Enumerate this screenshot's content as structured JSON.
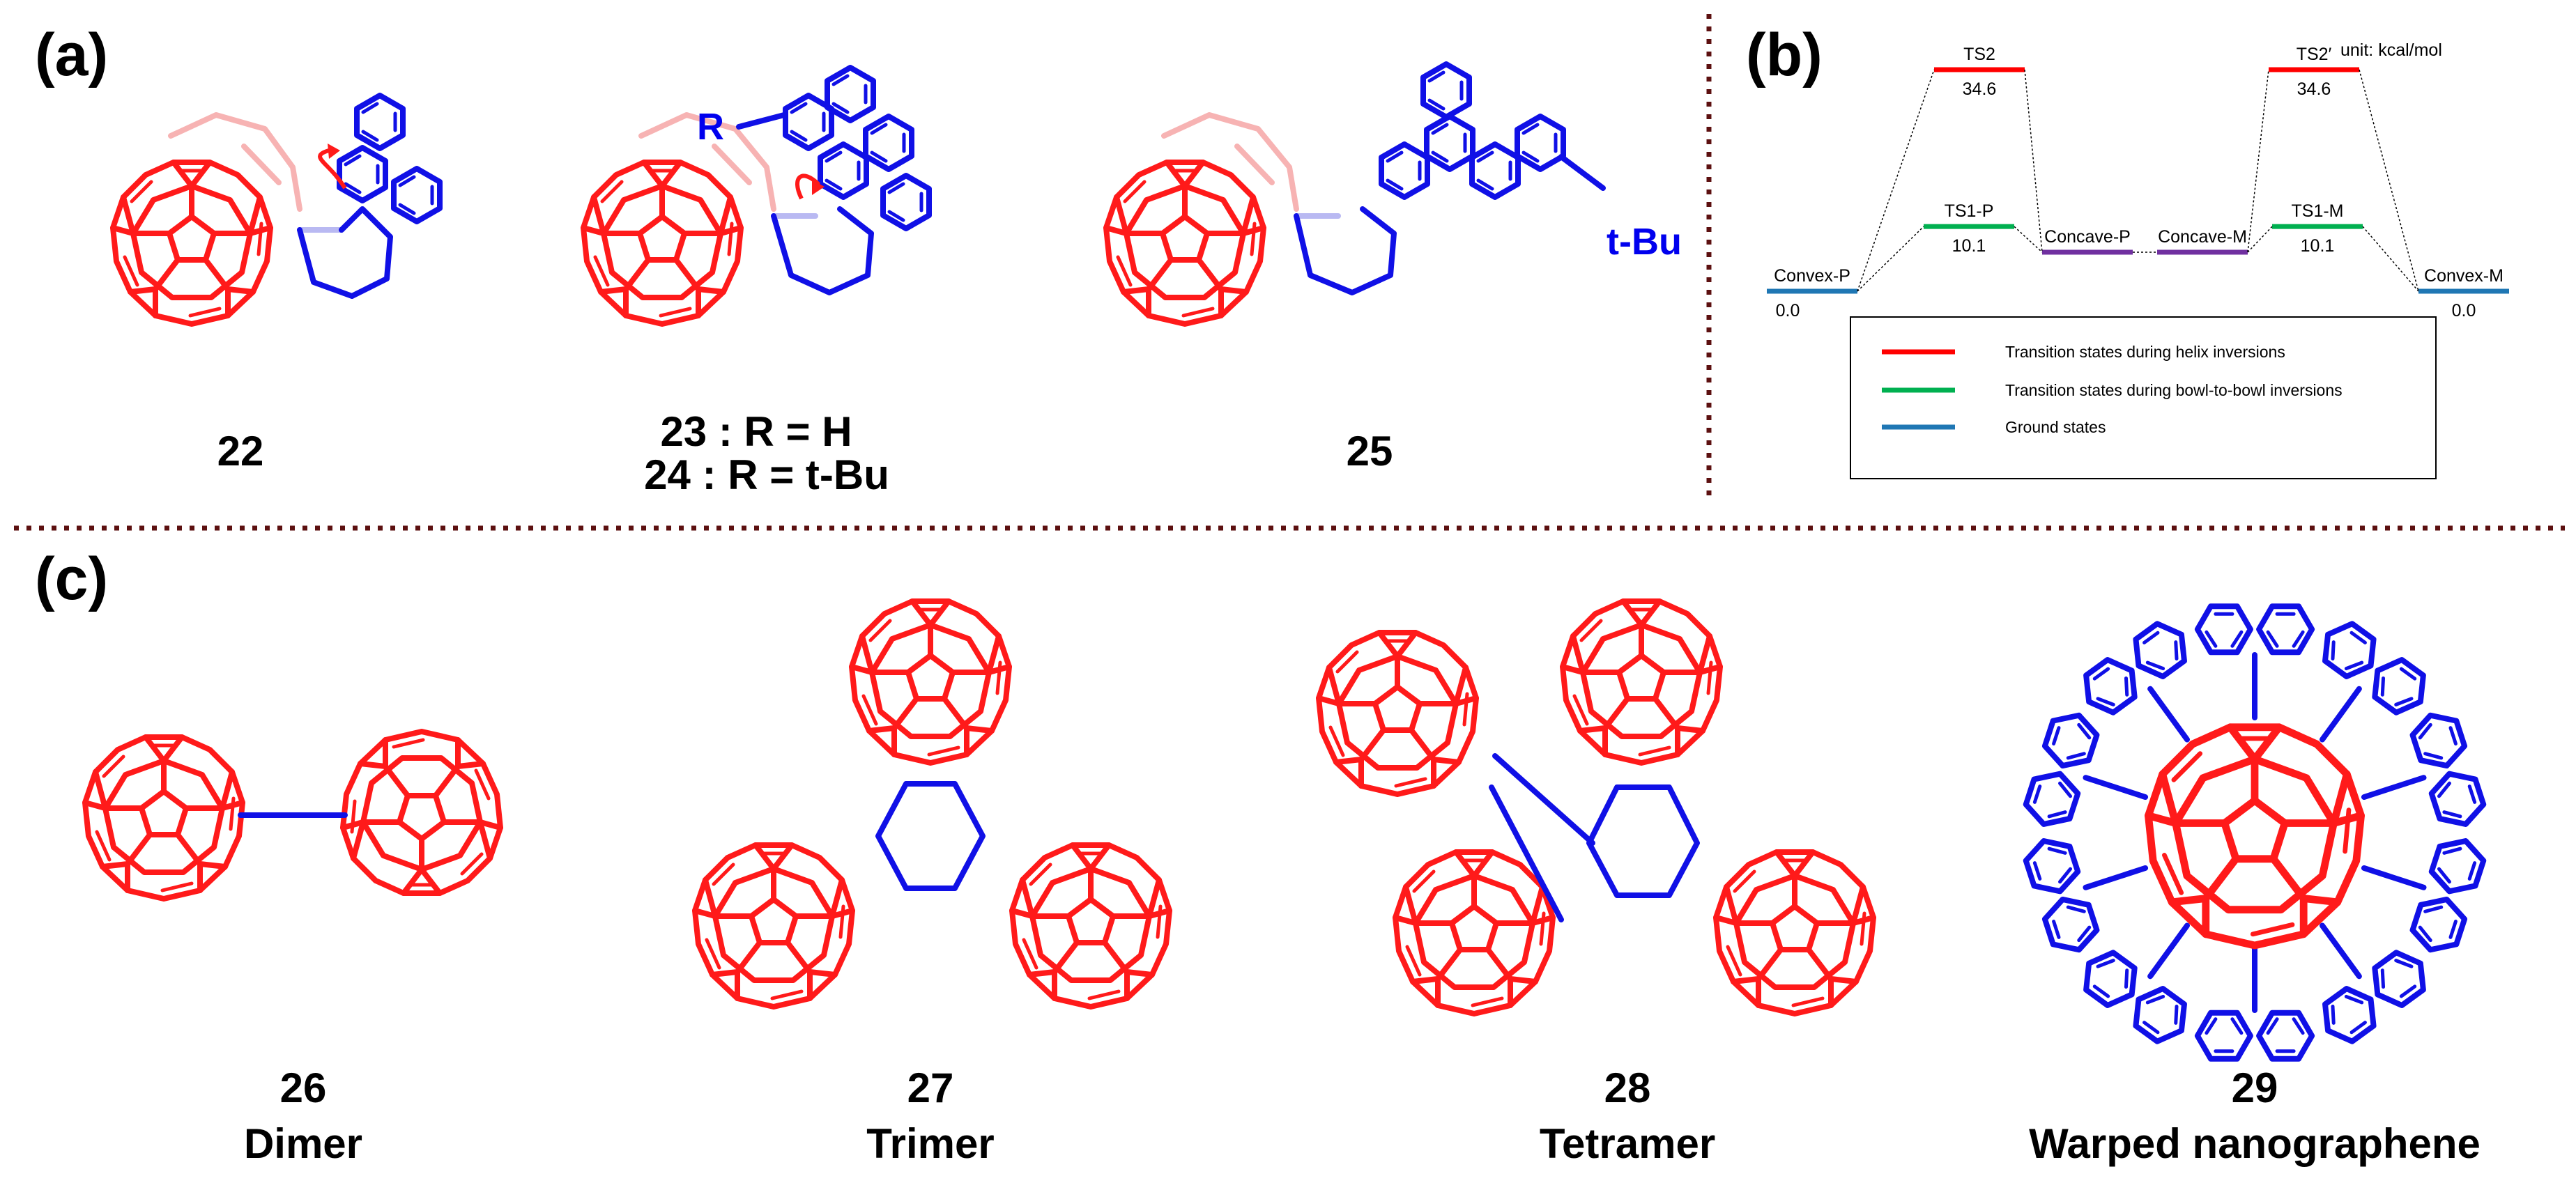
{
  "panels": {
    "a": "(a)",
    "b": "(b)",
    "c": "(c)"
  },
  "panel_a": {
    "compound_22": "22",
    "compound_23_line": "23 : R = H",
    "compound_24_line": "24 : R = t-Bu",
    "compound_25": "25",
    "r_label": "R",
    "tbu_label": "t-Bu"
  },
  "panel_b": {
    "unit": "unit: kcal/mol",
    "states": [
      {
        "name": "Convex-P",
        "energy": "0.0",
        "value": 0.0,
        "kind": "ground"
      },
      {
        "name": "TS1-P",
        "energy": "10.1",
        "value": 10.1,
        "kind": "bowl-ts"
      },
      {
        "name": "TS2",
        "energy": "34.6",
        "value": 34.6,
        "kind": "helix-ts"
      },
      {
        "name": "Concave-P",
        "energy": "",
        "kind": "intermediate"
      },
      {
        "name": "Concave-M",
        "energy": "",
        "kind": "intermediate"
      },
      {
        "name": "TS2′",
        "energy": "34.6",
        "value": 34.6,
        "kind": "helix-ts"
      },
      {
        "name": "TS1-M",
        "energy": "10.1",
        "value": 10.1,
        "kind": "bowl-ts"
      },
      {
        "name": "Convex-M",
        "energy": "0.0",
        "value": 0.0,
        "kind": "ground"
      }
    ],
    "legend": [
      {
        "label": "Transition states during helix inversions",
        "color": "#ff0000"
      },
      {
        "label": "Transition states during bowl-to-bowl inversions",
        "color": "#00b050"
      },
      {
        "label": "Ground states",
        "color": "#1f77b4"
      }
    ],
    "intermediate_color": "#7030a0"
  },
  "panel_c": {
    "compounds": [
      {
        "number": "26",
        "name": "Dimer"
      },
      {
        "number": "27",
        "name": "Trimer"
      },
      {
        "number": "28",
        "name": "Tetramer"
      },
      {
        "number": "29",
        "name": "Warped nanographene"
      }
    ]
  },
  "colors": {
    "corannulene": "#ff1a1a",
    "linker": "#1010e6",
    "divider": "#5c1010"
  }
}
